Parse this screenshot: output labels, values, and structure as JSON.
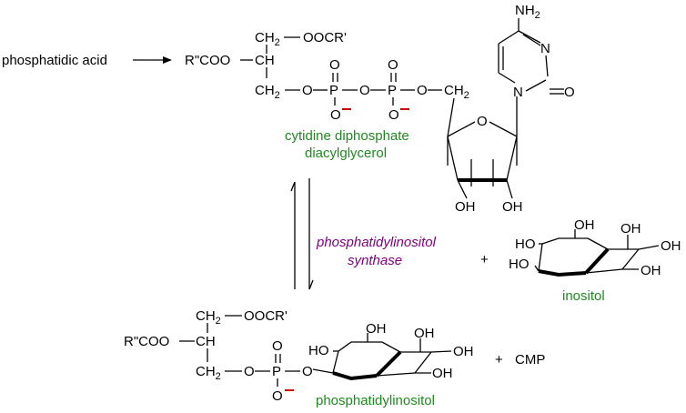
{
  "labels": {
    "phosphatidic_acid": "phosphatidic acid",
    "cdp_dag_name_line1": "cytidine diphosphate",
    "cdp_dag_name_line2": "diacylglycerol",
    "enzyme_line1": "phosphatidylinositol",
    "enzyme_line2": "synthase",
    "inositol": "inositol",
    "phosphatidylinositol": "phosphatidylinositol",
    "plus": "+",
    "cmp": "CMP"
  },
  "atoms": {
    "ooc_r_prime": "OOCR'",
    "r_coo": "R\"COO",
    "ch2": "CH",
    "ch": "CH",
    "sub2": "2",
    "o": "O",
    "p": "P",
    "n": "N",
    "nh2": "NH",
    "oh": "OH",
    "ho": "HO",
    "minus": "−"
  },
  "colors": {
    "name_green": "#1f8a1f",
    "enzyme_purple": "#800080",
    "charge_red": "#cc0000",
    "bonds": "#000000"
  }
}
